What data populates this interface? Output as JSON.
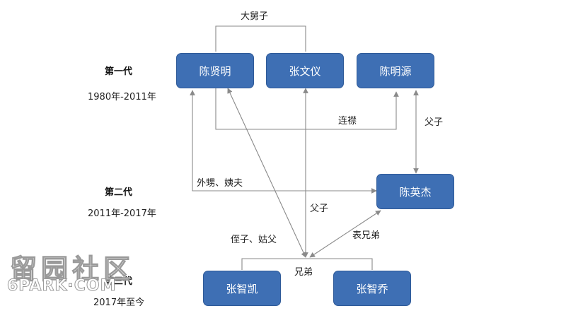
{
  "generations": [
    {
      "title": "第一代",
      "period": "1980年-2011年"
    },
    {
      "title": "第二代",
      "period": "2011年-2017年"
    },
    {
      "title": "第三代",
      "period": "2017年至今"
    }
  ],
  "people": {
    "chen_xianming": "陈贤明",
    "zhang_wenyi": "张文仪",
    "chen_mingyuan": "陈明源",
    "chen_yingjie": "陈英杰",
    "zhang_zhikai": "张智凯",
    "zhang_zhiqiao": "张智乔"
  },
  "relations": {
    "eldest_uncle": "大舅子",
    "brothers_in_law": "连襟",
    "father_son_1": "父子",
    "nephew_aunts_husband": "外甥、姨夫",
    "father_son_2": "父子",
    "nephew_uncle": "侄子、姑父",
    "cousins": "表兄弟",
    "brothers": "兄弟"
  },
  "colors": {
    "node_fill": "#3e6fb4",
    "line": "#8a8a8a"
  },
  "watermark": {
    "cn": "留园社区",
    "en": "6PARK·COM"
  }
}
